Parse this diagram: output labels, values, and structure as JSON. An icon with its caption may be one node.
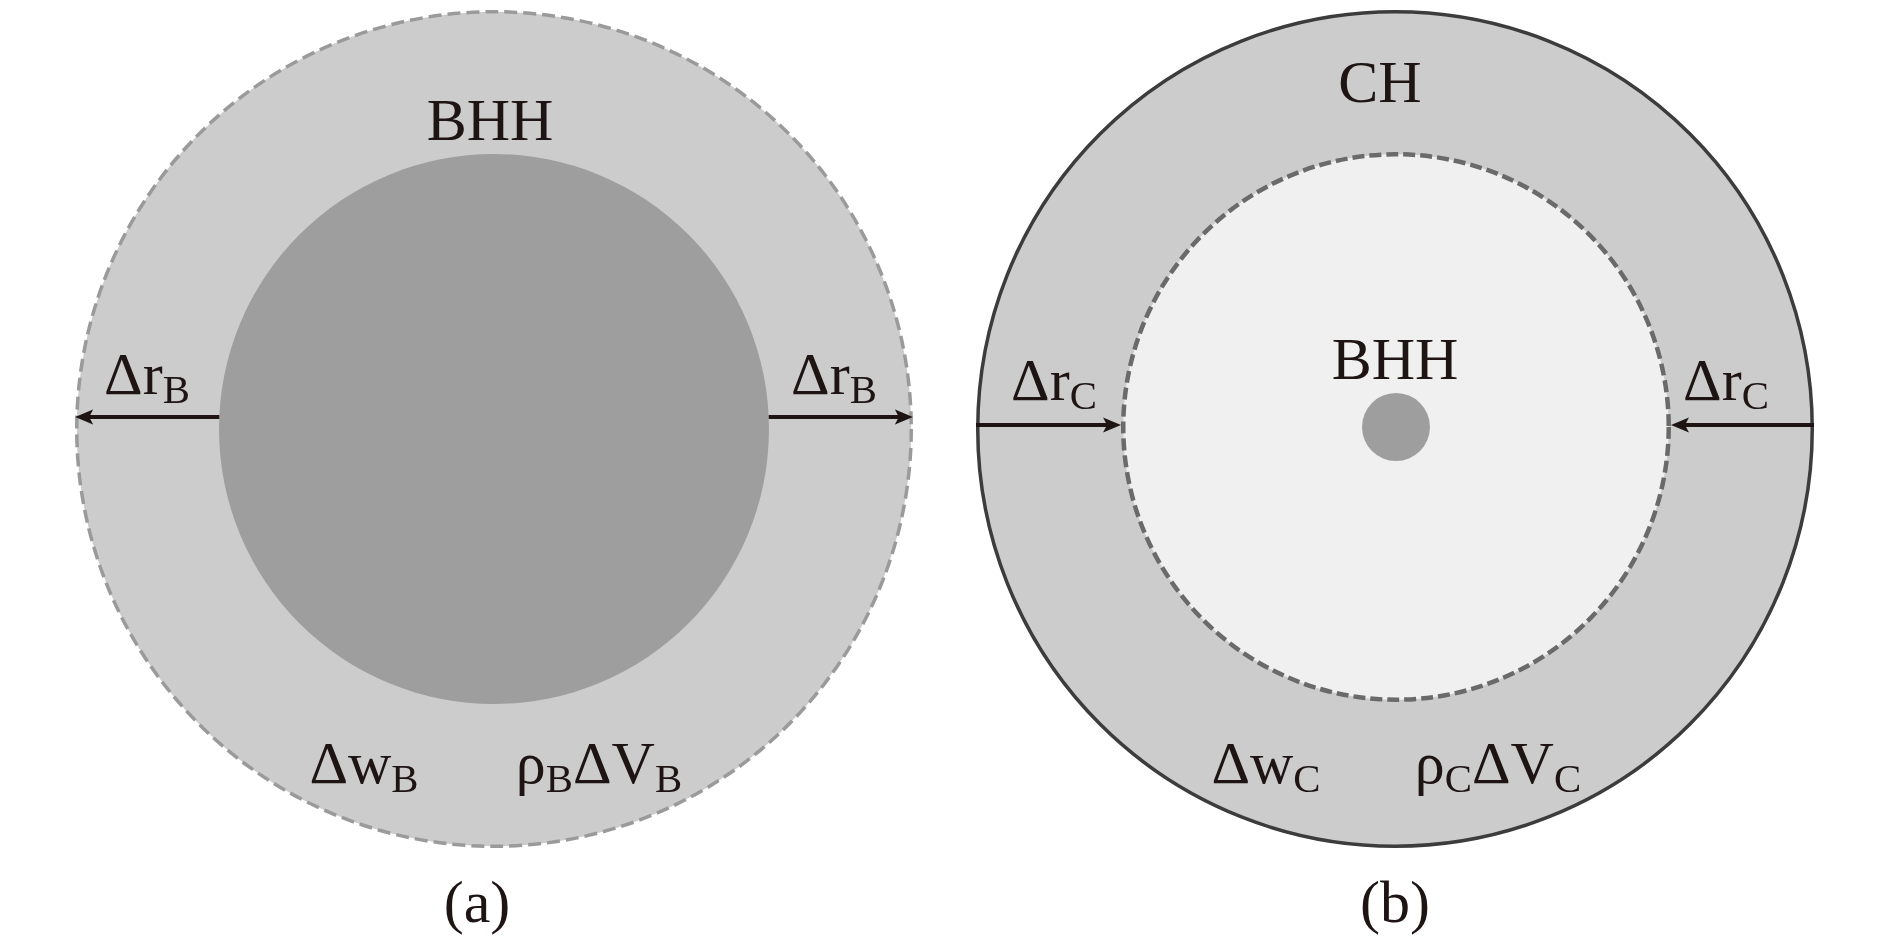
{
  "diagram": {
    "nodes": [
      {
        "text": [
          "BHH",
          "Δw$_{B}$",
          "ρ$_{B}$ΔV$_{B}$"
        ]
      },
      {
        "text": [],
        "shape": "circle",
        "in": 0
      },
      {
        "text": [
          "CH",
          "Δw$_{C}$",
          "ρ$_{C}$ΔV$_{C}$"
        ]
      },
      {
        "text": [
          "BHH"
        ],
        "in": 2
      },
      {
        "text": [],
        "shape": "circle",
        "in": 3
      }
    ],
    "edges": [
      {
        "from": 1,
        "to": 0,
        "arrow": "to",
        "label": "Δr$_{B}$"
      },
      {
        "from": 1,
        "to": 0,
        "arrow": "to",
        "label": "Δr$_{B}$"
      },
      {
        "from": 2,
        "to": 3,
        "arrow": "to",
        "label": "Δr$_{C}$"
      },
      {
        "from": 2,
        "to": 3,
        "arrow": "to",
        "label": "Δr$_{C}$"
      }
    ],
    "labels": [
      "(a)",
      "(b)"
    ]
  }
}
